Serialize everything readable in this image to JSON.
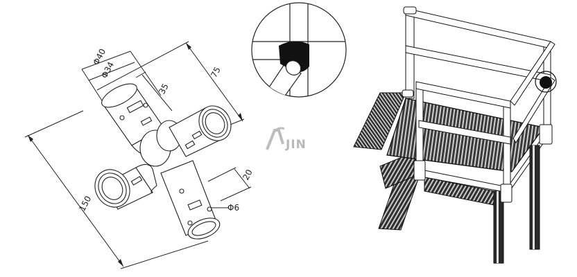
{
  "drawing": {
    "dims": {
      "d40": "Φ40",
      "d34": "Φ34",
      "l35": "35",
      "l75": "75",
      "l150": "150",
      "l20": "20",
      "d6": "Φ6"
    },
    "watermark": "JIN",
    "icons": [
      "pipe-fitting-drawing",
      "detail-magnifier",
      "railing-platform-drawing",
      "watermark-logo-icon"
    ]
  }
}
